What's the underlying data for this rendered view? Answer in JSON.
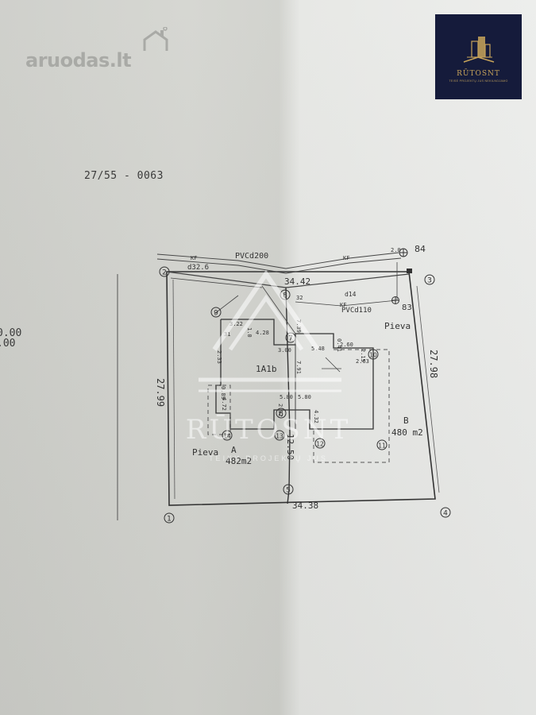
{
  "watermark": {
    "site": "aruodas.lt",
    "brand": "RŪTOSNT",
    "tagline": "TEIKY PROJEKTŲ JUS"
  },
  "logo": {
    "name": "RŪTOSNT",
    "tagline": "TEISĖ PROJEKTŲ JUS NEKILNOJAMO"
  },
  "document": {
    "number": "27/55 - 0063",
    "edge_top": "0.00",
    "edge_bottom": ".00"
  },
  "utilities": {
    "kf1": "KF",
    "kf2": "KF",
    "kf3": "KF",
    "pipe_d32": "d32.6",
    "pipe_pvc200": "PVCd200",
    "pipe_pvc110": "PVCd110",
    "pipe_d14": "d14"
  },
  "parcels": {
    "A": {
      "label": "Pieva",
      "letter": "A",
      "area": "482m2"
    },
    "B": {
      "label": "Pieva",
      "letter": "B",
      "area": "480 m2"
    },
    "building": "1A1b"
  },
  "dimensions": {
    "top": "34.42",
    "bottom": "34.38",
    "left": "27.99",
    "right": "27.98",
    "middle": "12.50",
    "d_3_22": "3.22",
    "d_31": "31",
    "d_4_28": "4.28",
    "d_7_39": "7.39",
    "d_3_00": "3.00",
    "d_5_48": "5.48",
    "d_0_41": "0.41",
    "d_2_60": "2.60",
    "d_2_15": "2.15",
    "d_2_63": "2.63",
    "d_0_89": "0.89",
    "d_4_72": "4.72",
    "d_5_80a": "5.80",
    "d_5_80b": "5.80",
    "d_2_32": "2.32",
    "d_4_32": "4.32",
    "d_32": "32",
    "d_7_91": "7.91",
    "d_2_33": "2.33",
    "d_1_0": "1.0",
    "d_2_0": "2.0"
  },
  "points": {
    "p1": "1",
    "p2": "2",
    "p3": "3",
    "p4": "4",
    "p5": "5",
    "p6": "6",
    "p7": "7",
    "p8": "8",
    "p9": "9",
    "p10": "10",
    "p11": "11",
    "p12": "12",
    "p13": "13",
    "p14": "14",
    "p83": "83",
    "p84": "84"
  }
}
